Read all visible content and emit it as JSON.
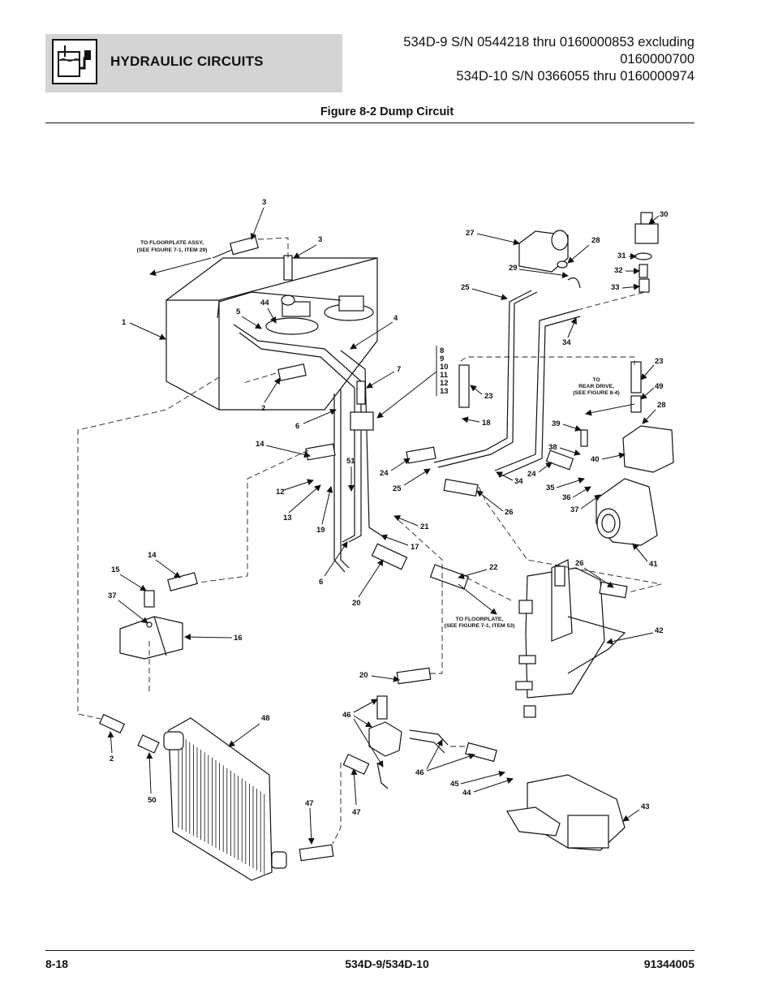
{
  "header": {
    "section_title": "HYDRAULIC CIRCUITS",
    "serial_lines": [
      "534D-9 S/N 0544218 thru 0160000853 excluding",
      "0160000700",
      "534D-10 S/N 0366055 thru 0160000974"
    ],
    "icon": "hydraulic-reservoir-icon"
  },
  "figure": {
    "title": "Figure 8-2 Dump Circuit",
    "notes": {
      "floorplate_assy": [
        "TO FLOORPLATE ASSY,",
        "(SEE FIGURE 7-1, ITEM 29)"
      ],
      "rear_drive": [
        "TO",
        "REAR DRIVE,",
        "(SEE FIGURE 8-4)"
      ],
      "floorplate": [
        "TO FLOORPLATE,",
        "(SEE FIGURE 7-1, ITEM 53)"
      ]
    },
    "stack_labels": [
      "8",
      "9",
      "10",
      "11",
      "12",
      "13"
    ],
    "callouts": {
      "c3a": "3",
      "c3b": "3",
      "c1": "1",
      "c44a": "44",
      "c5": "5",
      "c4": "4",
      "c2a": "2",
      "c7": "7",
      "c6a": "6",
      "c14a": "14",
      "c12": "12",
      "c13": "13",
      "c19": "19",
      "c51": "51",
      "c24a": "24",
      "c25a": "25",
      "c21": "21",
      "c17": "17",
      "c6b": "6",
      "c20a": "20",
      "c22": "22",
      "c14b": "14",
      "c15": "15",
      "c37a": "37",
      "c16": "16",
      "c27": "27",
      "c28a": "28",
      "c29": "29",
      "c25b": "25",
      "c23a": "23",
      "c18": "18",
      "c34a": "34",
      "c34b": "34",
      "c24b": "24",
      "c26a": "26",
      "c30": "30",
      "c31": "31",
      "c32": "32",
      "c33": "33",
      "c23b": "23",
      "c49": "49",
      "c28b": "28",
      "c39": "39",
      "c40": "40",
      "c38": "38",
      "c35": "35",
      "c36": "36",
      "c37b": "37",
      "c41": "41",
      "c26b": "26",
      "c42": "42",
      "c20b": "20",
      "c46a": "46",
      "c46b": "46",
      "c45": "45",
      "c44b": "44",
      "c43": "43",
      "c48": "48",
      "c2b": "2",
      "c50": "50",
      "c47a": "47",
      "c47b": "47"
    }
  },
  "footer": {
    "page": "8-18",
    "model": "534D-9/534D-10",
    "doc_number": "91344005"
  }
}
